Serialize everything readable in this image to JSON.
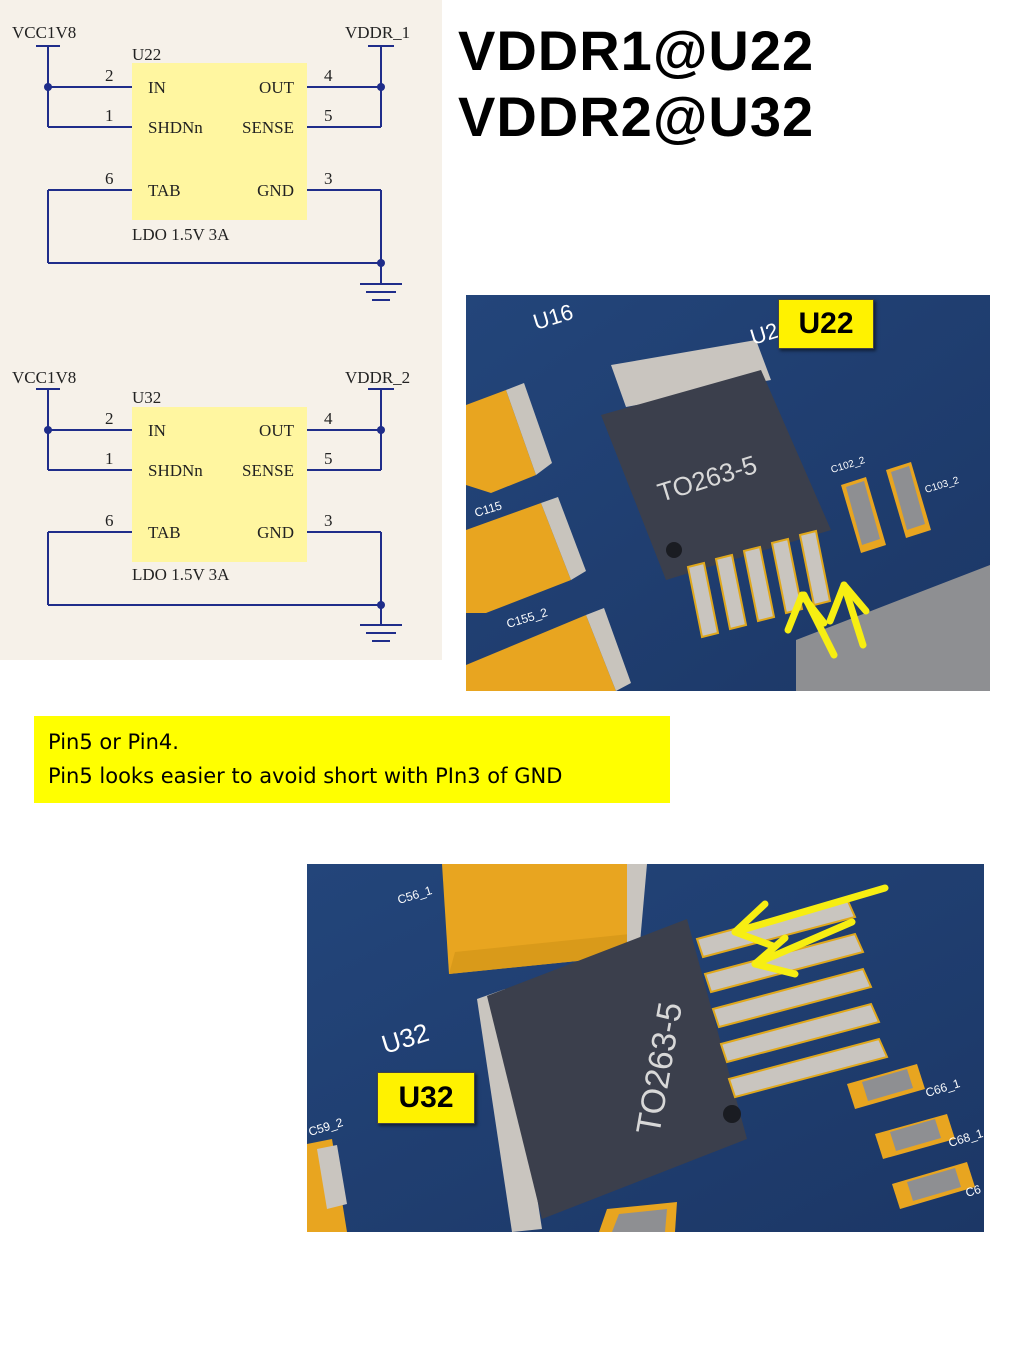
{
  "title": {
    "line1": "VDDR1@U22",
    "line2": "VDDR2@U32"
  },
  "schematics": [
    {
      "ref": "U22",
      "supply_in": "VCC1V8",
      "supply_out": "VDDR_1",
      "part_value": "LDO 1.5V 3A",
      "pins_left": [
        {
          "num": "2",
          "name": "IN"
        },
        {
          "num": "1",
          "name": "SHDNn"
        },
        {
          "num": "6",
          "name": "TAB"
        }
      ],
      "pins_right": [
        {
          "num": "4",
          "name": "OUT"
        },
        {
          "num": "5",
          "name": "SENSE"
        },
        {
          "num": "3",
          "name": "GND"
        }
      ]
    },
    {
      "ref": "U32",
      "supply_in": "VCC1V8",
      "supply_out": "VDDR_2",
      "part_value": "LDO 1.5V 3A",
      "pins_left": [
        {
          "num": "2",
          "name": "IN"
        },
        {
          "num": "1",
          "name": "SHDNn"
        },
        {
          "num": "6",
          "name": "TAB"
        }
      ],
      "pins_right": [
        {
          "num": "4",
          "name": "OUT"
        },
        {
          "num": "5",
          "name": "SENSE"
        },
        {
          "num": "3",
          "name": "GND"
        }
      ]
    }
  ],
  "pcb_views": [
    {
      "tag": "U22",
      "package": "TO263-5",
      "silkscreen": [
        "U16",
        "U2",
        "C115",
        "C155_2",
        "C102_2",
        "C103_2"
      ]
    },
    {
      "tag": "U32",
      "package": "TO263-5",
      "silkscreen": [
        "U32",
        "C56_1",
        "C59_2",
        "C66_1",
        "C68_1",
        "C6"
      ]
    }
  ],
  "note": {
    "line1": "Pin5 or Pin4.",
    "line2": "Pin5 looks easier to avoid short with PIn3 of GND"
  },
  "colors": {
    "highlight": "#ffff00",
    "board": "#1f3a6b",
    "chip_body": "#3b3f4c",
    "capacitor": "#e8a520",
    "schematic_wire": "#1f2d8a",
    "schematic_body": "#fff6a0"
  }
}
